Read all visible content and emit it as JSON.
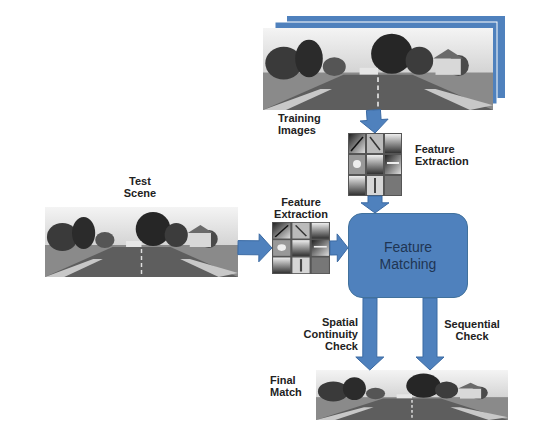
{
  "diagram": {
    "nodes": [
      {
        "text": [
          "Training Images"
        ]
      },
      {
        "text": [
          "Feature Extraction"
        ]
      },
      {
        "text": [
          "Test Scene"
        ]
      },
      {
        "text": [
          "Feature Extraction"
        ]
      },
      {
        "text": [
          "Feature Matching"
        ]
      },
      {
        "text": [
          "Final Match"
        ]
      }
    ],
    "edges": [
      {
        "from": 0,
        "to": 1,
        "arrow": "to"
      },
      {
        "from": 1,
        "to": 4,
        "arrow": "to"
      },
      {
        "from": 2,
        "to": 3,
        "arrow": "to"
      },
      {
        "from": 3,
        "to": 4,
        "arrow": "to"
      },
      {
        "from": 4,
        "to": 5,
        "arrow": "to",
        "label": "Spatial Continuity Check"
      },
      {
        "from": 4,
        "to": 5,
        "arrow": "to",
        "label": "Sequential Check"
      }
    ]
  }
}
